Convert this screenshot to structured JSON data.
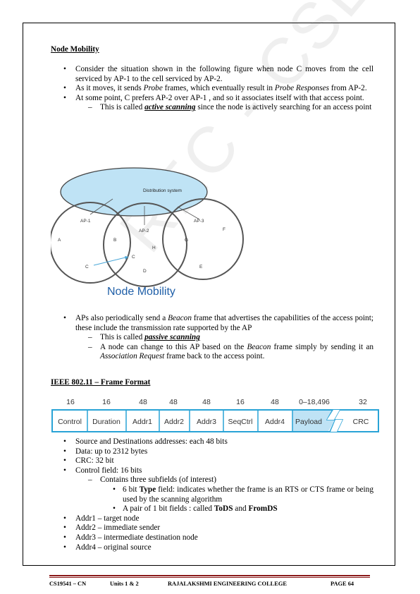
{
  "heading1": "Node Mobility",
  "bullets1": [
    "Consider the situation shown in the following figure when node C moves from the cell serviced by AP-1 to the cell serviced by AP-2.",
    [
      "As it moves, it sends ",
      "Probe",
      " frames, which eventually result in ",
      "Probe Responses",
      " from AP-2."
    ],
    "At some point, C prefers AP-2 over AP-1 , and so it associates itself with that access point."
  ],
  "sub1": [
    "This is called ",
    "active scanning",
    " since the node is actively searching for an access point"
  ],
  "figure": {
    "ds_label": "Distribution system",
    "ap_labels": [
      "AP-1",
      "AP-2",
      "AP-3"
    ],
    "node_labels": [
      "A",
      "B",
      "C",
      "C",
      "D",
      "E",
      "F",
      "G",
      "H"
    ],
    "caption": "Node Mobility"
  },
  "bullet2": [
    "APs also periodically send a ",
    "Beacon",
    " frame that advertises the capabilities of the access point; these include the transmission rate supported by the AP"
  ],
  "sub2a": [
    "This is called ",
    "passive scanning"
  ],
  "sub2b": [
    "A node can change to this AP based on the ",
    "Beacon",
    " frame simply by sending it an ",
    "Association Request",
    " frame back to the access point."
  ],
  "heading2": "IEEE 802.11 – Frame Format",
  "frame_format": {
    "sizes": [
      "16",
      "16",
      "48",
      "48",
      "48",
      "16",
      "48",
      "0–18,496",
      "32"
    ],
    "fields": [
      "Control",
      "Duration",
      "Addr1",
      "Addr2",
      "Addr3",
      "SeqCtrl",
      "Addr4",
      "Payload",
      "CRC"
    ]
  },
  "bullets3a": [
    "Source and  Destinations addresses: each 48 bits",
    "Data: up to 2312 bytes",
    "CRC: 32 bit",
    "Control field: 16 bits"
  ],
  "sub3": "Contains three subfields (of interest)",
  "sub3_items": [
    [
      "6 bit ",
      "Type",
      " field: indicates whether the frame is an RTS or CTS frame or being used by the scanning algorithm"
    ],
    [
      "A pair of 1 bit fields : called ",
      "ToDS",
      " and ",
      "FromDS"
    ]
  ],
  "bullets3b": [
    "Addr1 – target node",
    "Addr2 – immediate sender",
    "Addr3 – intermediate destination node",
    "Addr4 – original source"
  ],
  "footer": {
    "course": "CS19541  – CN",
    "units": "Units 1 & 2",
    "college": "RAJALAKSHMI ENGINEERING COLLEGE",
    "page": "PAGE 64"
  },
  "watermark": "REC - CSE",
  "colors": {
    "ds_fill": "#bfe3f5",
    "payload_fill": "#bfe3f5",
    "frame_border": "#29a3d6",
    "caption": "#1f5fa8",
    "footer_rule": "#8b1a1a"
  }
}
